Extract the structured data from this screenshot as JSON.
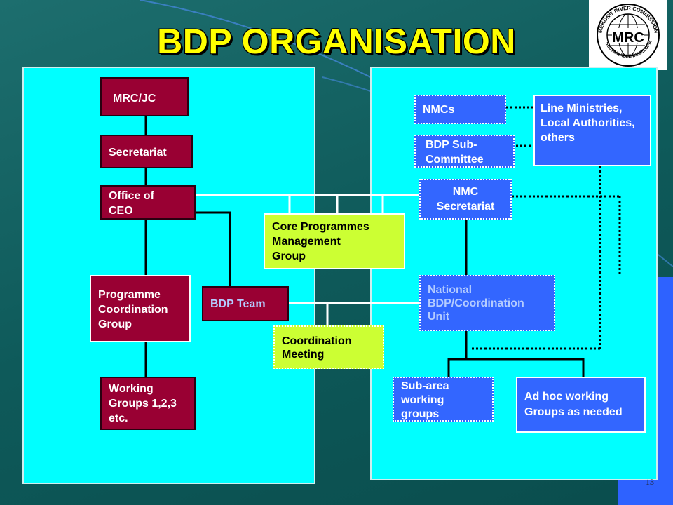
{
  "title": "BDP ORGANISATION",
  "page_number": "13",
  "logo": {
    "arc_text": "MEKONG RIVER COMMISSION",
    "lower_text": "FOR SUSTAINABLE DEVELOPMENT",
    "center_text": "MRC"
  },
  "left": {
    "mrc_jc": "MRC/JC",
    "secretariat": "Secretariat",
    "office_ceo": "Office of CEO",
    "pcg": "Programme Coordination Group",
    "bdp_team": "BDP Team",
    "working_groups": "Working Groups 1,2,3 etc."
  },
  "middle": {
    "core_programmes": "Core Programmes Management Group",
    "coordination_meeting": "Coordination Meeting"
  },
  "right": {
    "nmcs": "NMCs",
    "bdp_sub_committee": "BDP Sub-Committee",
    "line_ministries": "Line Ministries, Local Authorities, others",
    "nmc_secretariat": "NMC Secretariat",
    "national_unit": "National BDP/Coordination Unit",
    "sub_area": "Sub-area working groups",
    "ad_hoc": "Ad hoc working Groups as needed"
  },
  "colors": {
    "maroon": "#990033",
    "lime": "#ccff33",
    "blue": "#3366ff",
    "cyan": "#00ffff",
    "title_yellow": "#ffff00"
  }
}
